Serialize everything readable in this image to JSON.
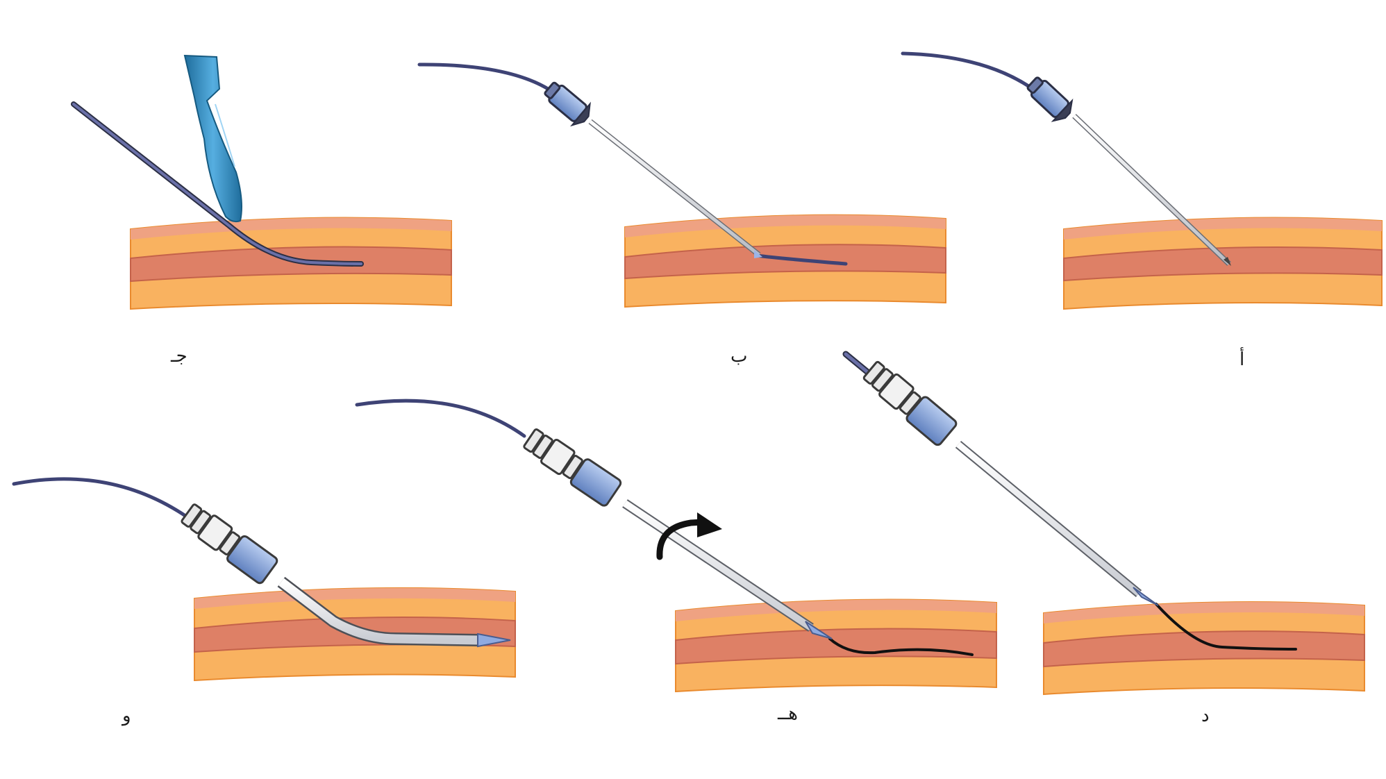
{
  "diagram": {
    "colors": {
      "tissue_outer": "#F9B260",
      "tissue_stroke": "#E98A2E",
      "skin_top": "#EFA282",
      "vessel": "#DE8066",
      "vessel_stroke": "#C4624A",
      "guidewire": "#3E4375",
      "needle": "#D8DADF",
      "hub_blue": "#7C9DD6",
      "scalpel": "#2D86B8",
      "arrow": "#111111"
    },
    "panels": [
      {
        "id": "a",
        "label": "أ",
        "icon": "needle-puncture-icon"
      },
      {
        "id": "b",
        "label": "ب",
        "icon": "guidewire-through-needle-icon"
      },
      {
        "id": "c",
        "label": "جـ",
        "icon": "scalpel-incision-icon"
      },
      {
        "id": "d",
        "label": "د",
        "icon": "dilator-over-guidewire-icon"
      },
      {
        "id": "e",
        "label": "هــ",
        "icon": "rotate-advance-icon"
      },
      {
        "id": "f",
        "label": "و",
        "icon": "catheter-placed-icon"
      }
    ]
  }
}
